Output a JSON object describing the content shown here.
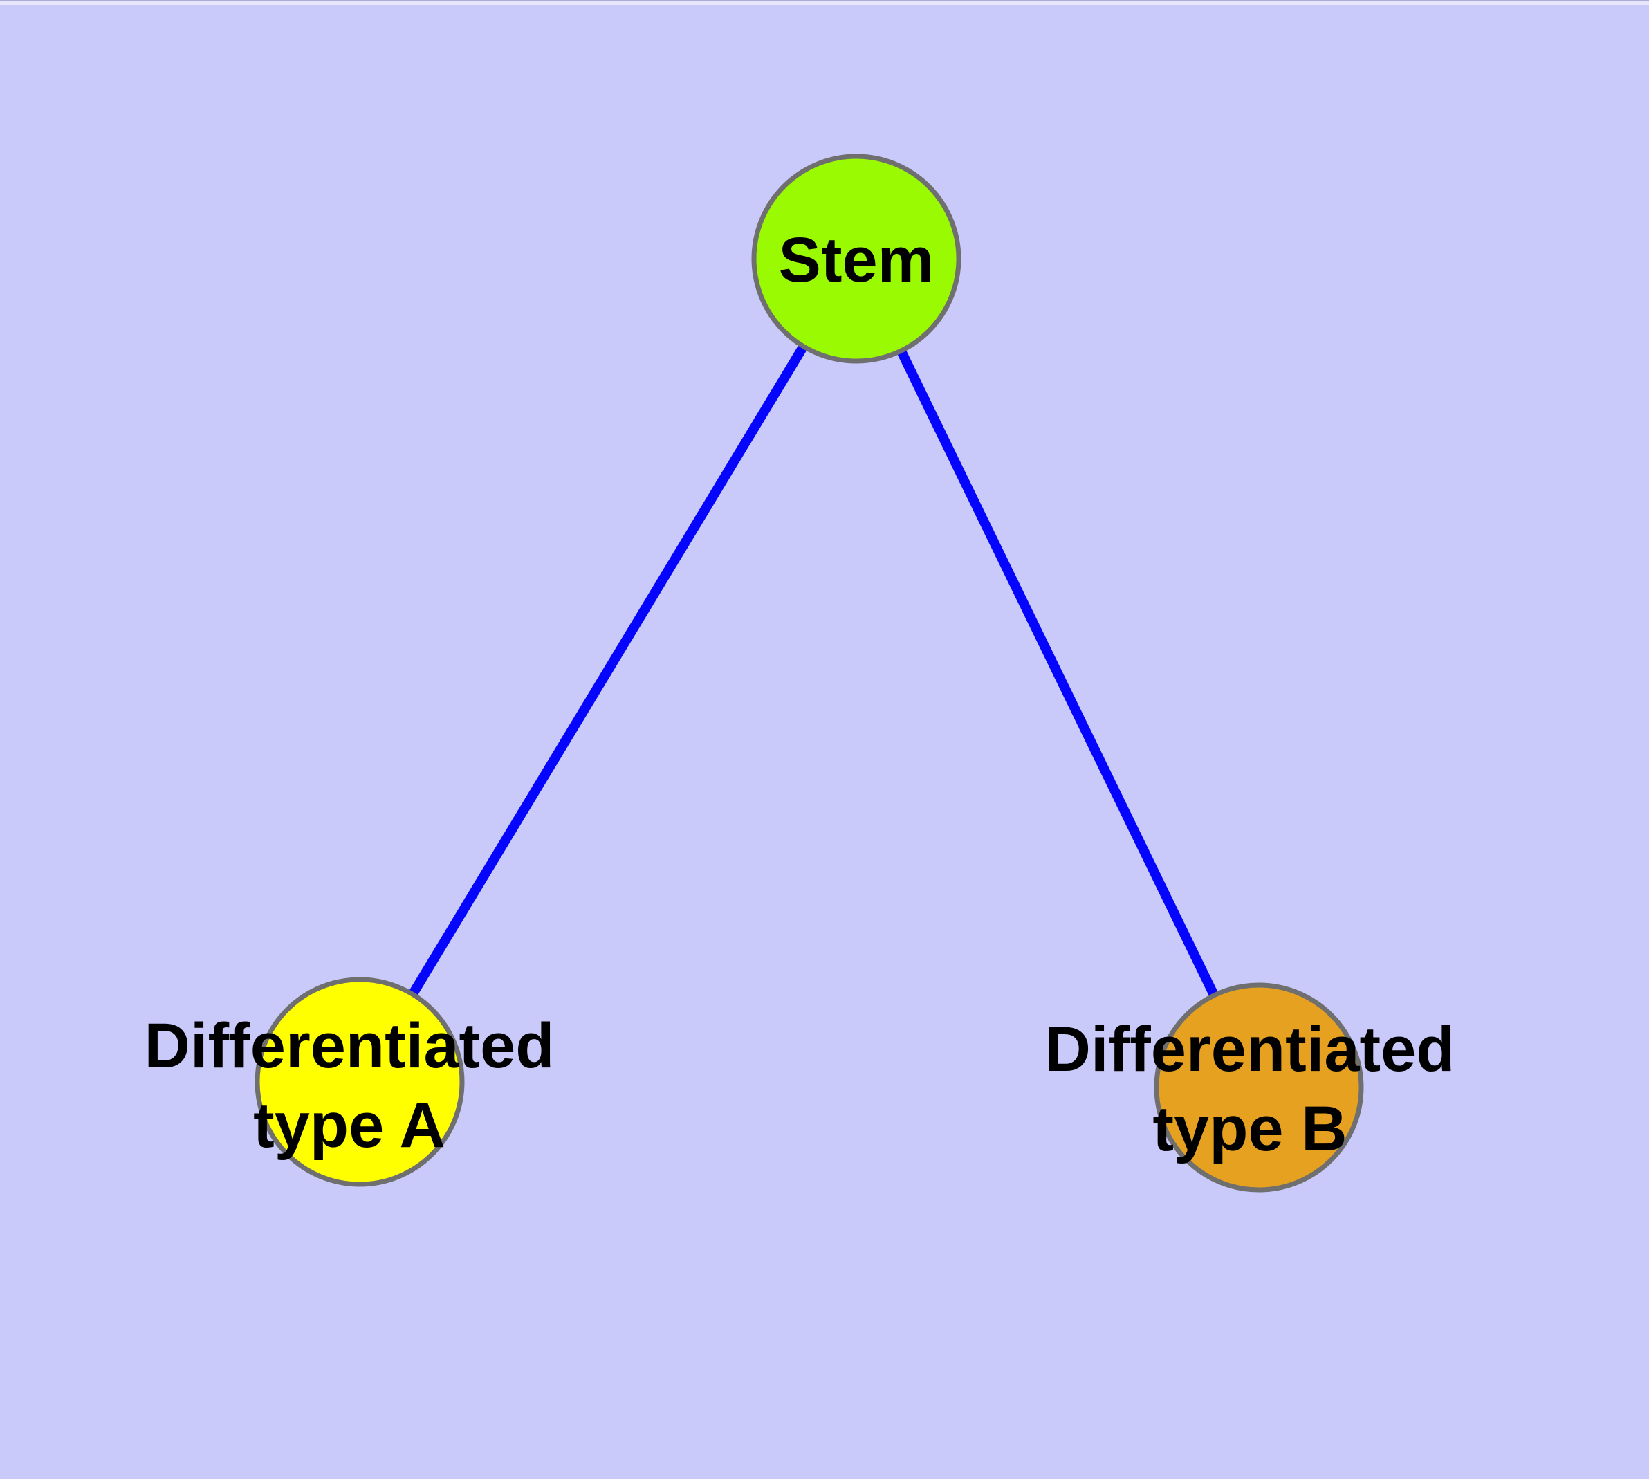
{
  "diagram": {
    "background_color": "#C9C9FA",
    "top_edge": {
      "line_color": "#ABABD8",
      "strip_color": "#E6E6FA"
    },
    "edge_color": "#0505FE",
    "node_border_color": "#6F6F6F",
    "label_color": "#000000",
    "nodes": [
      {
        "id": "stem",
        "label": "Stem",
        "fill": "#9AFA02"
      },
      {
        "id": "differentiated-type-a",
        "label_line1": "Differentiated",
        "label_line2": "type A",
        "fill": "#FFFF00"
      },
      {
        "id": "differentiated-type-b",
        "label_line1": "Differentiated",
        "label_line2": "type B",
        "fill": "#E7A121"
      }
    ],
    "edges": [
      {
        "from": "stem",
        "to": "differentiated-type-a"
      },
      {
        "from": "stem",
        "to": "differentiated-type-b"
      }
    ]
  }
}
